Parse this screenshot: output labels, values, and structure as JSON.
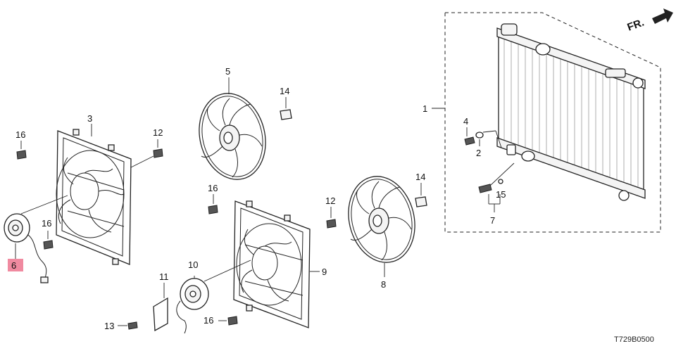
{
  "direction_label": "FR.",
  "diagram_code": "T729B0500",
  "colors": {
    "line": "#222222",
    "highlight": "#f08aa0",
    "background": "#ffffff"
  },
  "callouts": {
    "c1": "1",
    "c2": "2",
    "c3": "3",
    "c4": "4",
    "c5": "5",
    "c6": "6",
    "c7": "7",
    "c8": "8",
    "c9": "9",
    "c10": "10",
    "c11": "11",
    "c12a": "12",
    "c12b": "12",
    "c13": "13",
    "c14a": "14",
    "c14b": "14",
    "c15": "15",
    "c16a": "16",
    "c16b": "16",
    "c16c": "16",
    "c16d": "16"
  },
  "highlighted_callout": "6"
}
